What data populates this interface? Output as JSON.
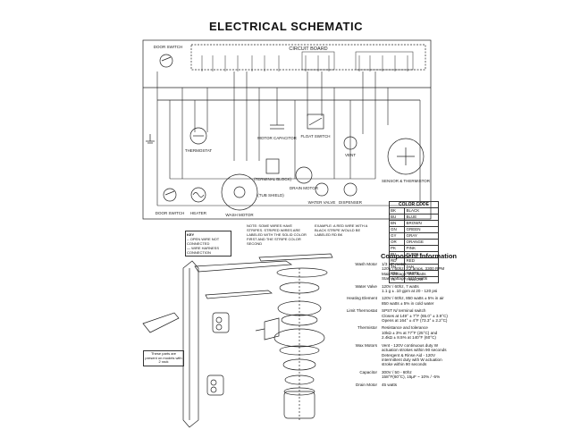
{
  "title": "ELECTRICAL SCHEMATIC",
  "circuit_board_label": "CIRCUIT BOARD",
  "components": {
    "door_switch_top": "DOOR SWITCH",
    "thermostat": "THERMOSTAT",
    "motor_capacitor": "MOTOR CAPACITOR",
    "float_switch": "FLOAT SWITCH",
    "drain_motor": "DRAIN MOTOR",
    "vent": "VENT",
    "sensor_thermistor": "SENSOR & THERMISTOR",
    "door_switch_bottom": "DOOR SWITCH",
    "heater": "HEATER",
    "wash_motor": "WASH MOTOR",
    "terminal_block": "(TERMINAL BLOCK)",
    "tub_shield": "(TUB SHIELD)",
    "water_valve": "WATER VALVE",
    "dispenser": "DISPENSER"
  },
  "key": {
    "title": "KEY",
    "line1": "-- OPEN WIRE NOT CONNECTED",
    "line2": "— WIRE HARNESS CONNECTION"
  },
  "notes": {
    "note1": "NOTE: SOME WIRES HAVE STRIPES. STRIPED WIRES ARE LABELED WITH THE SOLID COLOR FIRST AND THE STRIPE COLOR SECOND",
    "note2": "EXAMPLE: A RED WIRE WITH A BLACK STRIPE WOULD BE LABELED RD BK"
  },
  "color_code": {
    "title": "COLOR CODE",
    "rows": [
      [
        "BK",
        "BLACK"
      ],
      [
        "BU",
        "BLUE"
      ],
      [
        "BN",
        "BROWN"
      ],
      [
        "GN",
        "GREEN"
      ],
      [
        "GY",
        "GRAY"
      ],
      [
        "OR",
        "ORANGE"
      ],
      [
        "PK",
        "PINK"
      ],
      [
        "PU",
        "PURPLE"
      ],
      [
        "RD",
        "RED"
      ],
      [
        "TN",
        "TAN"
      ],
      [
        "WH",
        "WHITE"
      ],
      [
        "YL",
        "YELLOW"
      ]
    ]
  },
  "callout": "These parts are present on models with 2 rack",
  "component_info": {
    "title": "Component Information",
    "rows": [
      {
        "name": "Wash Motor",
        "spec": "1/3 HP motor\n120V / 60hz, 3.2 amps, 3300 RPM\nMain wattage, 250 watts\nStart wattage, 1115 watts"
      },
      {
        "name": "Water Valve",
        "spec": "120V / 60hz, 7 watts\n1.1 g ± .10 gpm at 20 - 120 psi"
      },
      {
        "name": "Heating Element",
        "spec": "120V / 60hz, 850 watts ± 5% in air\n850 watts ± 5% in cold water"
      },
      {
        "name": "Limit Thermostat",
        "spec": "SPST N/ terminal switch\nCloses at 149° ± 7°F (65.0° ± 3.9°C)\nOpens at 164° ± 4°F (73.3° ± 2.2°C)"
      },
      {
        "name": "Thermistor",
        "spec": "Resistance and tolerance\n10kΩ ± 3% at 77°F (25°C) and\n2.4kΩ ± 8.5% at 140°F (60°C)"
      },
      {
        "name": "Wax Motors",
        "spec": "Vent - 120V continuous duty W\n  actuation strokes within 90 seconds\nDetergent & Rinse Aid - 120V\n  intermittent duty with W actuation\n  stroke within 90 seconds"
      },
      {
        "name": "Capacitor",
        "spec": "300V / 50 - 60hz\n158°F(60°C), 15μF ~ 10% / -5%"
      },
      {
        "name": "Drain Motor",
        "spec": "45 watts"
      }
    ]
  }
}
